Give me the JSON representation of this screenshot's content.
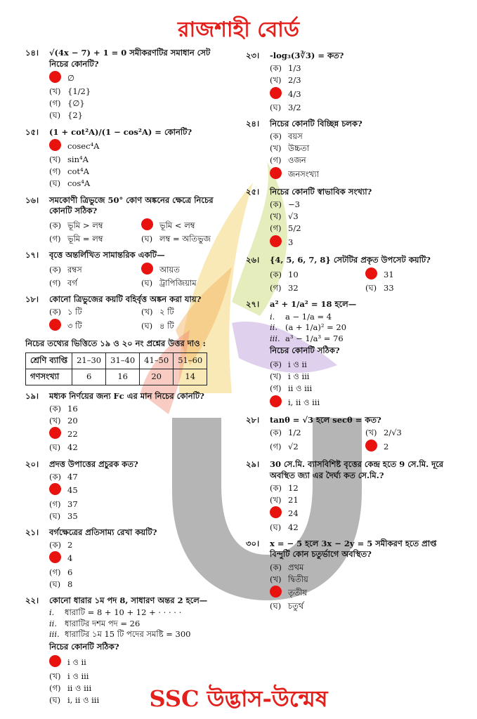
{
  "title": "রাজশাহী বোর্ড",
  "footer": "SSC উদ্ভাস-উন্মেষ",
  "colors": {
    "accent_red": "#e3201b",
    "answer_dot": "#e8130f"
  },
  "watermark_icon": "udvash-logo-watermark",
  "left_column": [
    {
      "num": "১৪।",
      "stem": "√(4x − 7) + 1 = 0 সমীকরণটির সমাধান সেট নিচের কোনটি?",
      "layout": "list",
      "options": [
        {
          "label": "",
          "text": "∅",
          "correct": true
        },
        {
          "label": "(খ)",
          "text": "{1/2}",
          "correct": false
        },
        {
          "label": "(গ)",
          "text": "{∅}",
          "correct": false
        },
        {
          "label": "(ঘ)",
          "text": "{2}",
          "correct": false
        }
      ]
    },
    {
      "num": "১৫।",
      "stem": "(1 + cot²A)/(1 − cos²A) = কোনটি?",
      "layout": "list",
      "options": [
        {
          "label": "",
          "text": "cosec⁴A",
          "correct": true
        },
        {
          "label": "(খ)",
          "text": "sin⁴A",
          "correct": false
        },
        {
          "label": "(গ)",
          "text": "cot⁴A",
          "correct": false
        },
        {
          "label": "(ঘ)",
          "text": "cos⁴A",
          "correct": false
        }
      ]
    },
    {
      "num": "১৬।",
      "stem": "সমকোণী ত্রিভুজে 50° কোণ অঙ্কনের ক্ষেত্রে নিচের কোনটি সঠিক?",
      "layout": "grid",
      "options": [
        {
          "label": "(ক)",
          "text": "ভূমি > লম্ব",
          "correct": false
        },
        {
          "label": "",
          "text": "ভূমি < লম্ব",
          "correct": true
        },
        {
          "label": "(গ)",
          "text": "ভূমি = লম্ব",
          "correct": false
        },
        {
          "label": "(ঘ)",
          "text": "লম্ব = অতিভুজ",
          "correct": false
        }
      ]
    },
    {
      "num": "১৭।",
      "stem": "বৃত্তে অন্তর্লিখিত সামান্তরিক একটি—",
      "layout": "grid",
      "options": [
        {
          "label": "(ক)",
          "text": "রম্বস",
          "correct": false
        },
        {
          "label": "",
          "text": "আয়ত",
          "correct": true
        },
        {
          "label": "(গ)",
          "text": "বর্গ",
          "correct": false
        },
        {
          "label": "(ঘ)",
          "text": "ট্রাপিজিয়াম",
          "correct": false
        }
      ]
    },
    {
      "num": "১৮।",
      "stem": "কোনো ত্রিভুজের কয়টি বহির্বৃত্ত অঙ্কন করা যায়?",
      "layout": "grid",
      "options": [
        {
          "label": "(ক)",
          "text": "১ টি",
          "correct": false
        },
        {
          "label": "(খ)",
          "text": "২ টি",
          "correct": false
        },
        {
          "label": "",
          "text": "৩ টি",
          "correct": true
        },
        {
          "label": "(ঘ)",
          "text": "৪ টি",
          "correct": false
        }
      ]
    }
  ],
  "table_block": {
    "instruction": "নিচের তথ্যের ভিত্তিতে ১৯ ও ২০ নং প্রশ্নের উত্তর দাও :",
    "row1_label": "শ্রেণি ব্যাপ্তি",
    "row1": [
      "21–30",
      "31–40",
      "41–50",
      "51–60"
    ],
    "row2_label": "গণসংখ্যা",
    "row2": [
      "6",
      "16",
      "20",
      "14"
    ]
  },
  "left_column_2": [
    {
      "num": "১৯।",
      "stem": "মধ্যক নির্ণয়ের জন্য Fc এর মান নিচের কোনটি?",
      "layout": "list",
      "options": [
        {
          "label": "(ক)",
          "text": "16",
          "correct": false
        },
        {
          "label": "(খ)",
          "text": "20",
          "correct": false
        },
        {
          "label": "",
          "text": "22",
          "correct": true
        },
        {
          "label": "(ঘ)",
          "text": "42",
          "correct": false
        }
      ]
    },
    {
      "num": "২০।",
      "stem": "প্রদত্ত উপাত্তের প্রচুরক কত?",
      "layout": "list",
      "options": [
        {
          "label": "(ক)",
          "text": "47",
          "correct": false
        },
        {
          "label": "",
          "text": "45",
          "correct": true
        },
        {
          "label": "(গ)",
          "text": "37",
          "correct": false
        },
        {
          "label": "(ঘ)",
          "text": "35",
          "correct": false
        }
      ]
    },
    {
      "num": "২১।",
      "stem": "বর্গক্ষেত্রের প্রতিসাম্য রেখা কয়টি?",
      "layout": "list",
      "options": [
        {
          "label": "(ক)",
          "text": "2",
          "correct": false
        },
        {
          "label": "",
          "text": "4",
          "correct": true
        },
        {
          "label": "(গ)",
          "text": "6",
          "correct": false
        },
        {
          "label": "(ঘ)",
          "text": "8",
          "correct": false
        }
      ]
    },
    {
      "num": "২২।",
      "stem": "কোনো ধারার ১ম পদ 8, সাধারণ অন্তর 2 হলে—",
      "statements": [
        {
          "label": "i.",
          "text": "ধারাটি = 8 + 10 + 12 + · · · · ·"
        },
        {
          "label": "ii.",
          "text": "ধারাটির দশম পদ = 26"
        },
        {
          "label": "iii.",
          "text": "ধারাটির ১ম 15 টি পদের সমষ্টি = 300"
        }
      ],
      "which": "নিচের কোনটি সঠিক?",
      "layout": "list",
      "options": [
        {
          "label": "",
          "text": "i ও ii",
          "correct": true
        },
        {
          "label": "(খ)",
          "text": "i ও iii",
          "correct": false
        },
        {
          "label": "(গ)",
          "text": "ii ও iii",
          "correct": false
        },
        {
          "label": "(ঘ)",
          "text": "i, ii ও iii",
          "correct": false
        }
      ]
    }
  ],
  "right_column": [
    {
      "num": "২৩।",
      "stem": "-log₃(3∛3) = কত?",
      "layout": "list",
      "options": [
        {
          "label": "(ক)",
          "text": "1/3",
          "correct": false
        },
        {
          "label": "(খ)",
          "text": "2/3",
          "correct": false
        },
        {
          "label": "",
          "text": "4/3",
          "correct": true
        },
        {
          "label": "(ঘ)",
          "text": "3/2",
          "correct": false
        }
      ]
    },
    {
      "num": "২৪।",
      "stem": "নিচের কোনটি বিচ্ছিন্ন চলক?",
      "layout": "list",
      "options": [
        {
          "label": "(ক)",
          "text": "বয়স",
          "correct": false
        },
        {
          "label": "(খ)",
          "text": "উচ্চতা",
          "correct": false
        },
        {
          "label": "(গ)",
          "text": "ওজন",
          "correct": false
        },
        {
          "label": "",
          "text": "জনসংখ্যা",
          "correct": true
        }
      ]
    },
    {
      "num": "২৫।",
      "stem": "নিচের কোনটি স্বাভাবিক সংখ্যা?",
      "layout": "list",
      "options": [
        {
          "label": "(ক)",
          "text": "−3",
          "correct": false
        },
        {
          "label": "(খ)",
          "text": "√3",
          "correct": false
        },
        {
          "label": "(গ)",
          "text": "5/2",
          "correct": false
        },
        {
          "label": "",
          "text": "3",
          "correct": true
        }
      ]
    },
    {
      "num": "২৬।",
      "stem": "{4, 5, 6, 7, 8} সেটটির প্রকৃত উপসেট কয়টি?",
      "layout": "grid",
      "options": [
        {
          "label": "(ক)",
          "text": "10",
          "correct": false
        },
        {
          "label": "",
          "text": "31",
          "correct": true
        },
        {
          "label": "(গ)",
          "text": "32",
          "correct": false
        },
        {
          "label": "(ঘ)",
          "text": "33",
          "correct": false
        }
      ]
    },
    {
      "num": "২৭।",
      "stem": "a² + 1/a² = 18 হলে—",
      "statements": [
        {
          "label": "i.",
          "text": "a − 1/a = 4"
        },
        {
          "label": "ii.",
          "text": "(a + 1/a)² = 20"
        },
        {
          "label": "iii.",
          "text": "a³ − 1/a³ = 76"
        }
      ],
      "which": "নিচের কোনটি সঠিক?",
      "layout": "list",
      "options": [
        {
          "label": "(ক)",
          "text": "i ও ii",
          "correct": false
        },
        {
          "label": "(খ)",
          "text": "i ও iii",
          "correct": false
        },
        {
          "label": "(গ)",
          "text": "ii ও iii",
          "correct": false
        },
        {
          "label": "",
          "text": "i, ii ও iii",
          "correct": true
        }
      ]
    },
    {
      "num": "২৮।",
      "stem": "tanθ = √3 হলে secθ = কত?",
      "layout": "grid",
      "options": [
        {
          "label": "(ক)",
          "text": "1/2",
          "correct": false
        },
        {
          "label": "(খ)",
          "text": "2/√3",
          "correct": false
        },
        {
          "label": "(গ)",
          "text": "√2",
          "correct": false
        },
        {
          "label": "",
          "text": "2",
          "correct": true
        }
      ]
    },
    {
      "num": "২৯।",
      "stem": "30 সে.মি. ব্যাসবিশিষ্ট বৃত্তের কেন্দ্র হতে 9 সে.মি. দূরে অবস্থিত জ্যা এর দৈর্ঘ্য কত সে.মি.?",
      "layout": "list",
      "options": [
        {
          "label": "(ক)",
          "text": "12",
          "correct": false
        },
        {
          "label": "(খ)",
          "text": "21",
          "correct": false
        },
        {
          "label": "",
          "text": "24",
          "correct": true
        },
        {
          "label": "(ঘ)",
          "text": "42",
          "correct": false
        }
      ]
    },
    {
      "num": "৩০।",
      "stem": "x = − 5 হলে 3x − 2y = 5 সমীকরণ হতে প্রাপ্ত বিন্দুটি কোন চতুর্ভাগে অবস্থিত?",
      "layout": "list",
      "options": [
        {
          "label": "(ক)",
          "text": "প্রথম",
          "correct": false
        },
        {
          "label": "(খ)",
          "text": "দ্বিতীয়",
          "correct": false
        },
        {
          "label": "",
          "text": "তৃতীয়",
          "correct": true
        },
        {
          "label": "(ঘ)",
          "text": "চতুর্থ",
          "correct": false
        }
      ]
    }
  ]
}
